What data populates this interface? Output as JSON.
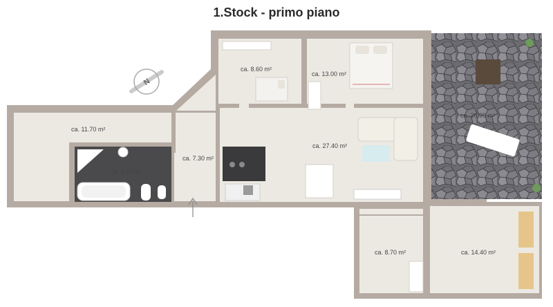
{
  "title": "1.Stock - primo piano",
  "colors": {
    "wall": "#b5aba3",
    "floor": "#ece9e3",
    "bath_dark": "#4a4a4c",
    "stone": "#6e6e72",
    "bed_white": "#f4f2ee"
  },
  "rooms": [
    {
      "id": "room-west",
      "label": "ca. 11.70 m²"
    },
    {
      "id": "room-bath",
      "label": "ca. 8.30 m²"
    },
    {
      "id": "room-hall",
      "label": "ca. 7.30 m²"
    },
    {
      "id": "room-small-bed",
      "label": "ca. 8.60 m²"
    },
    {
      "id": "room-master-bed",
      "label": "ca. 13.00 m²"
    },
    {
      "id": "room-living",
      "label": "ca. 27.40 m²"
    },
    {
      "id": "room-terrace",
      "label": "ca. 26.90 m²"
    },
    {
      "id": "room-bottom-small",
      "label": "ca. 8.70 m²"
    },
    {
      "id": "room-bottom-large",
      "label": "ca. 14.40 m²"
    }
  ],
  "compass": {
    "letter": "N"
  }
}
